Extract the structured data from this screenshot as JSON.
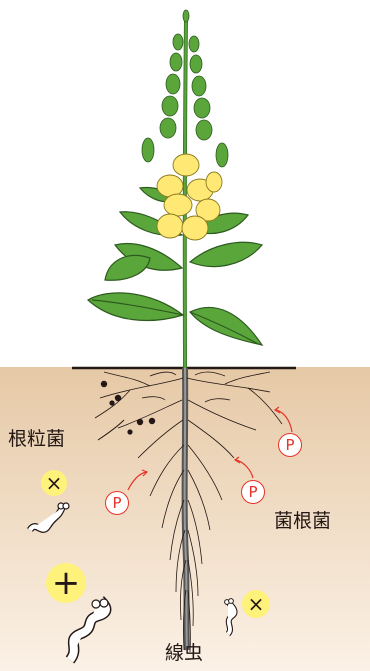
{
  "labels": {
    "nodule_bacteria": "根粒菌",
    "mycorrhizal_fungi": "菌根菌",
    "nematode": "線虫"
  },
  "phosphorus_symbol": "P",
  "effect_symbols": {
    "negative": "×",
    "positive": "+"
  },
  "colors": {
    "soil_top": "#e6c9a6",
    "soil_bottom": "#fbf1e6",
    "leaf": "#5aa63b",
    "flower": "#ffe873",
    "root": "#555555",
    "phosphorus": "#e8332a",
    "highlight": "#fff27a"
  }
}
